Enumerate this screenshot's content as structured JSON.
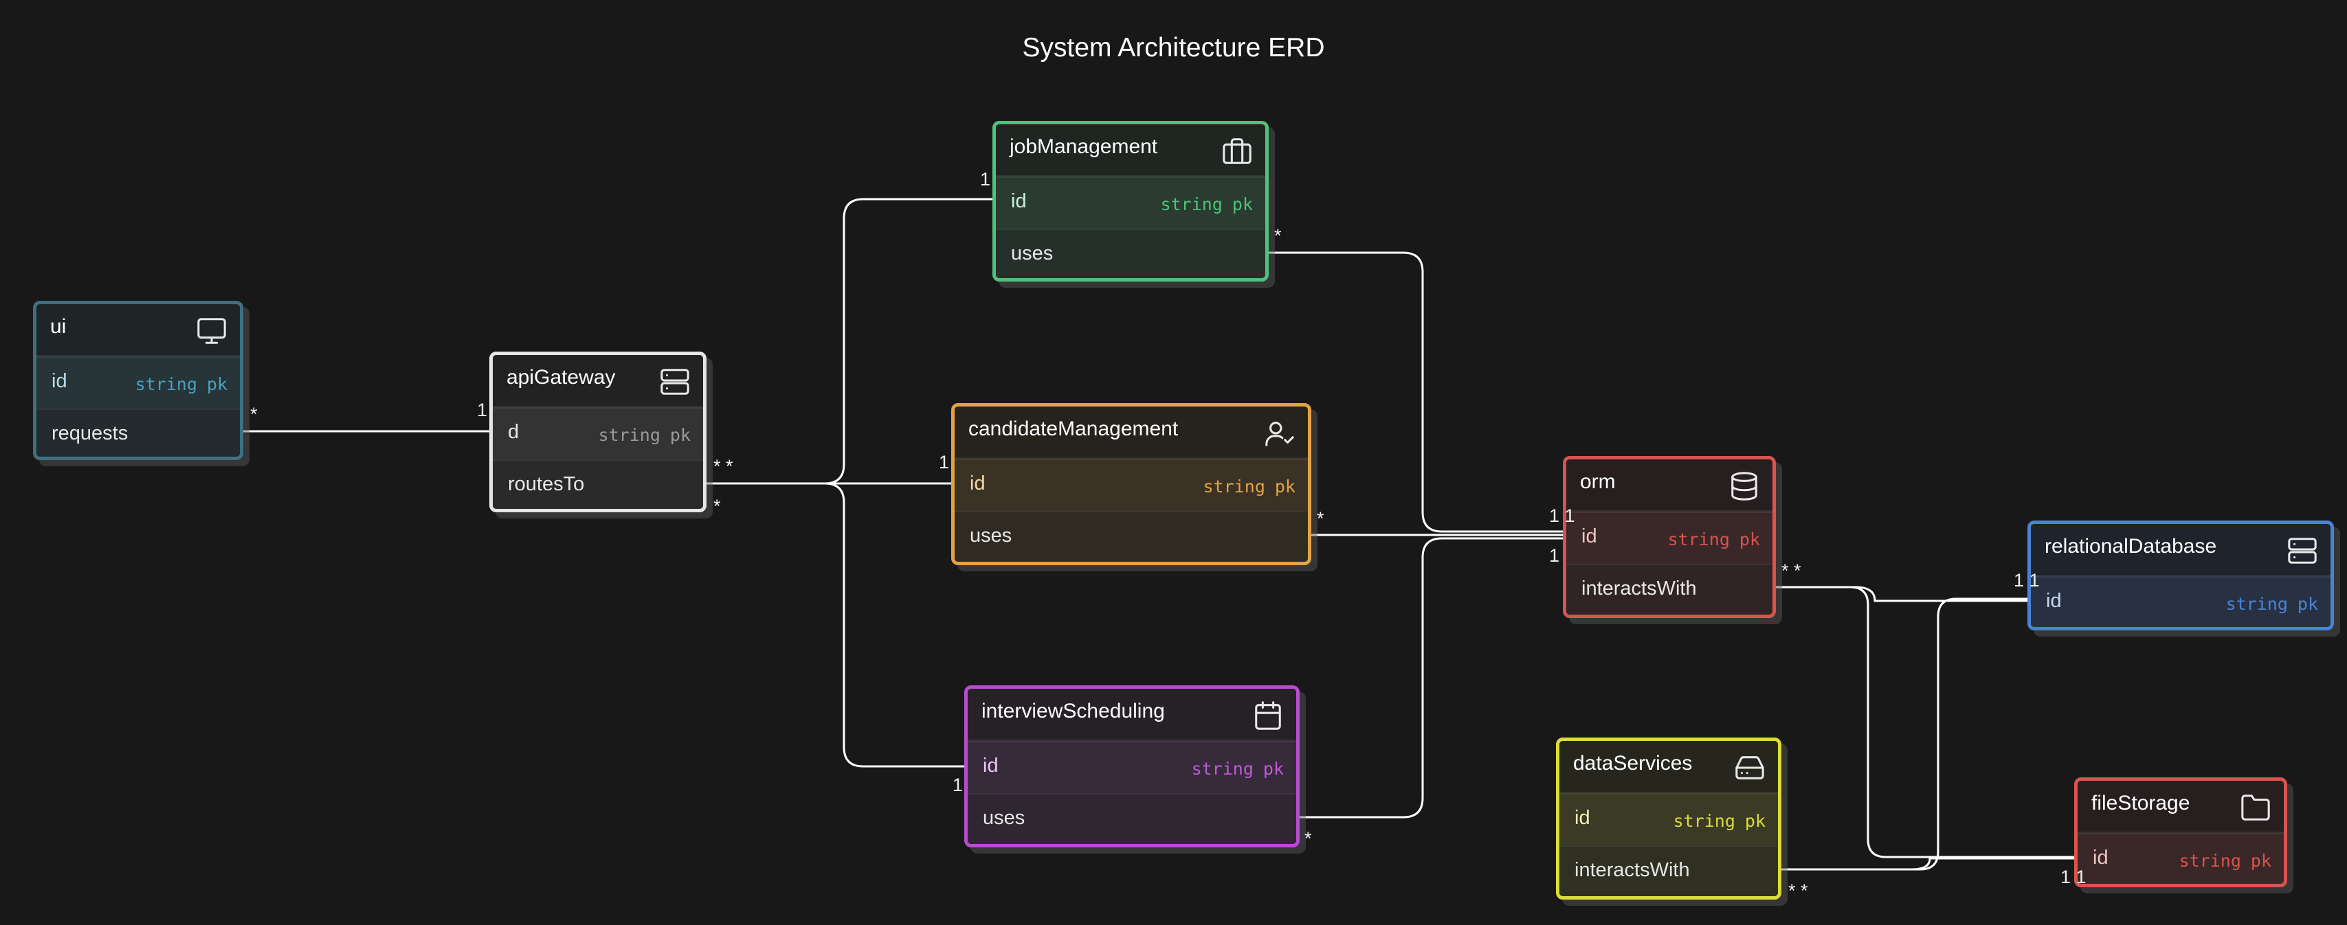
{
  "title": "System Architecture ERD",
  "entities": {
    "ui": {
      "name": "ui",
      "icon": "monitor-icon",
      "color": "#3f6f82",
      "fields": [
        {
          "name": "id",
          "type": "string",
          "key": "pk"
        },
        {
          "name": "requests"
        }
      ]
    },
    "apiGateway": {
      "name": "apiGateway",
      "icon": "server-icon",
      "color": "#e6e6e6",
      "fields": [
        {
          "name": "d",
          "type": "string",
          "key": "pk"
        },
        {
          "name": "routesTo"
        }
      ]
    },
    "jobManagement": {
      "name": "jobManagement",
      "icon": "briefcase-icon",
      "color": "#4ec27a",
      "fields": [
        {
          "name": "id",
          "type": "string",
          "key": "pk"
        },
        {
          "name": "uses"
        }
      ]
    },
    "candidateManagement": {
      "name": "candidateManagement",
      "icon": "user-check-icon",
      "color": "#e2a345",
      "fields": [
        {
          "name": "id",
          "type": "string",
          "key": "pk"
        },
        {
          "name": "uses"
        }
      ]
    },
    "interviewScheduling": {
      "name": "interviewScheduling",
      "icon": "calendar-icon",
      "color": "#b84bd0",
      "fields": [
        {
          "name": "id",
          "type": "string",
          "key": "pk"
        },
        {
          "name": "uses"
        }
      ]
    },
    "orm": {
      "name": "orm",
      "icon": "database-icon",
      "color": "#d9534f",
      "fields": [
        {
          "name": "id",
          "type": "string",
          "key": "pk"
        },
        {
          "name": "interactsWith"
        }
      ]
    },
    "relationalDatabase": {
      "name": "relationalDatabase",
      "icon": "server-icon",
      "color": "#4a82d8",
      "fields": [
        {
          "name": "id",
          "type": "string",
          "key": "pk"
        }
      ]
    },
    "dataServices": {
      "name": "dataServices",
      "icon": "hard-drive-icon",
      "color": "#dcdc3a",
      "fields": [
        {
          "name": "id",
          "type": "string",
          "key": "pk"
        },
        {
          "name": "interactsWith"
        }
      ]
    },
    "fileStorage": {
      "name": "fileStorage",
      "icon": "folder-icon",
      "color": "#d9534f",
      "fields": [
        {
          "name": "id",
          "type": "string",
          "key": "pk"
        }
      ]
    }
  },
  "relationships": [
    {
      "from": "ui.requests",
      "to": "apiGateway.d",
      "from_card": "*",
      "to_card": "1"
    },
    {
      "from": "apiGateway.routesTo",
      "to": "jobManagement.id",
      "from_card": "*",
      "to_card": "1"
    },
    {
      "from": "apiGateway.routesTo",
      "to": "candidateManagement.id",
      "from_card": "*",
      "to_card": "1"
    },
    {
      "from": "apiGateway.routesTo",
      "to": "interviewScheduling.id",
      "from_card": "*",
      "to_card": "1"
    },
    {
      "from": "jobManagement.uses",
      "to": "orm.id",
      "from_card": "*",
      "to_card": "1"
    },
    {
      "from": "candidateManagement.uses",
      "to": "orm.id",
      "from_card": "*",
      "to_card": "1"
    },
    {
      "from": "interviewScheduling.uses",
      "to": "orm.id",
      "from_card": "*",
      "to_card": "1"
    },
    {
      "from": "orm.interactsWith",
      "to": "relationalDatabase.id",
      "from_card": "*",
      "to_card": "1"
    },
    {
      "from": "orm.interactsWith",
      "to": "fileStorage.id",
      "from_card": "*",
      "to_card": "1"
    },
    {
      "from": "dataServices.interactsWith",
      "to": "relationalDatabase.id",
      "from_card": "*",
      "to_card": "1"
    },
    {
      "from": "dataServices.interactsWith",
      "to": "fileStorage.id",
      "from_card": "*",
      "to_card": "1"
    }
  ],
  "cardinality_labels": {
    "one": "1",
    "many": "*",
    "one_one": "1 1",
    "many_many": "* *"
  }
}
